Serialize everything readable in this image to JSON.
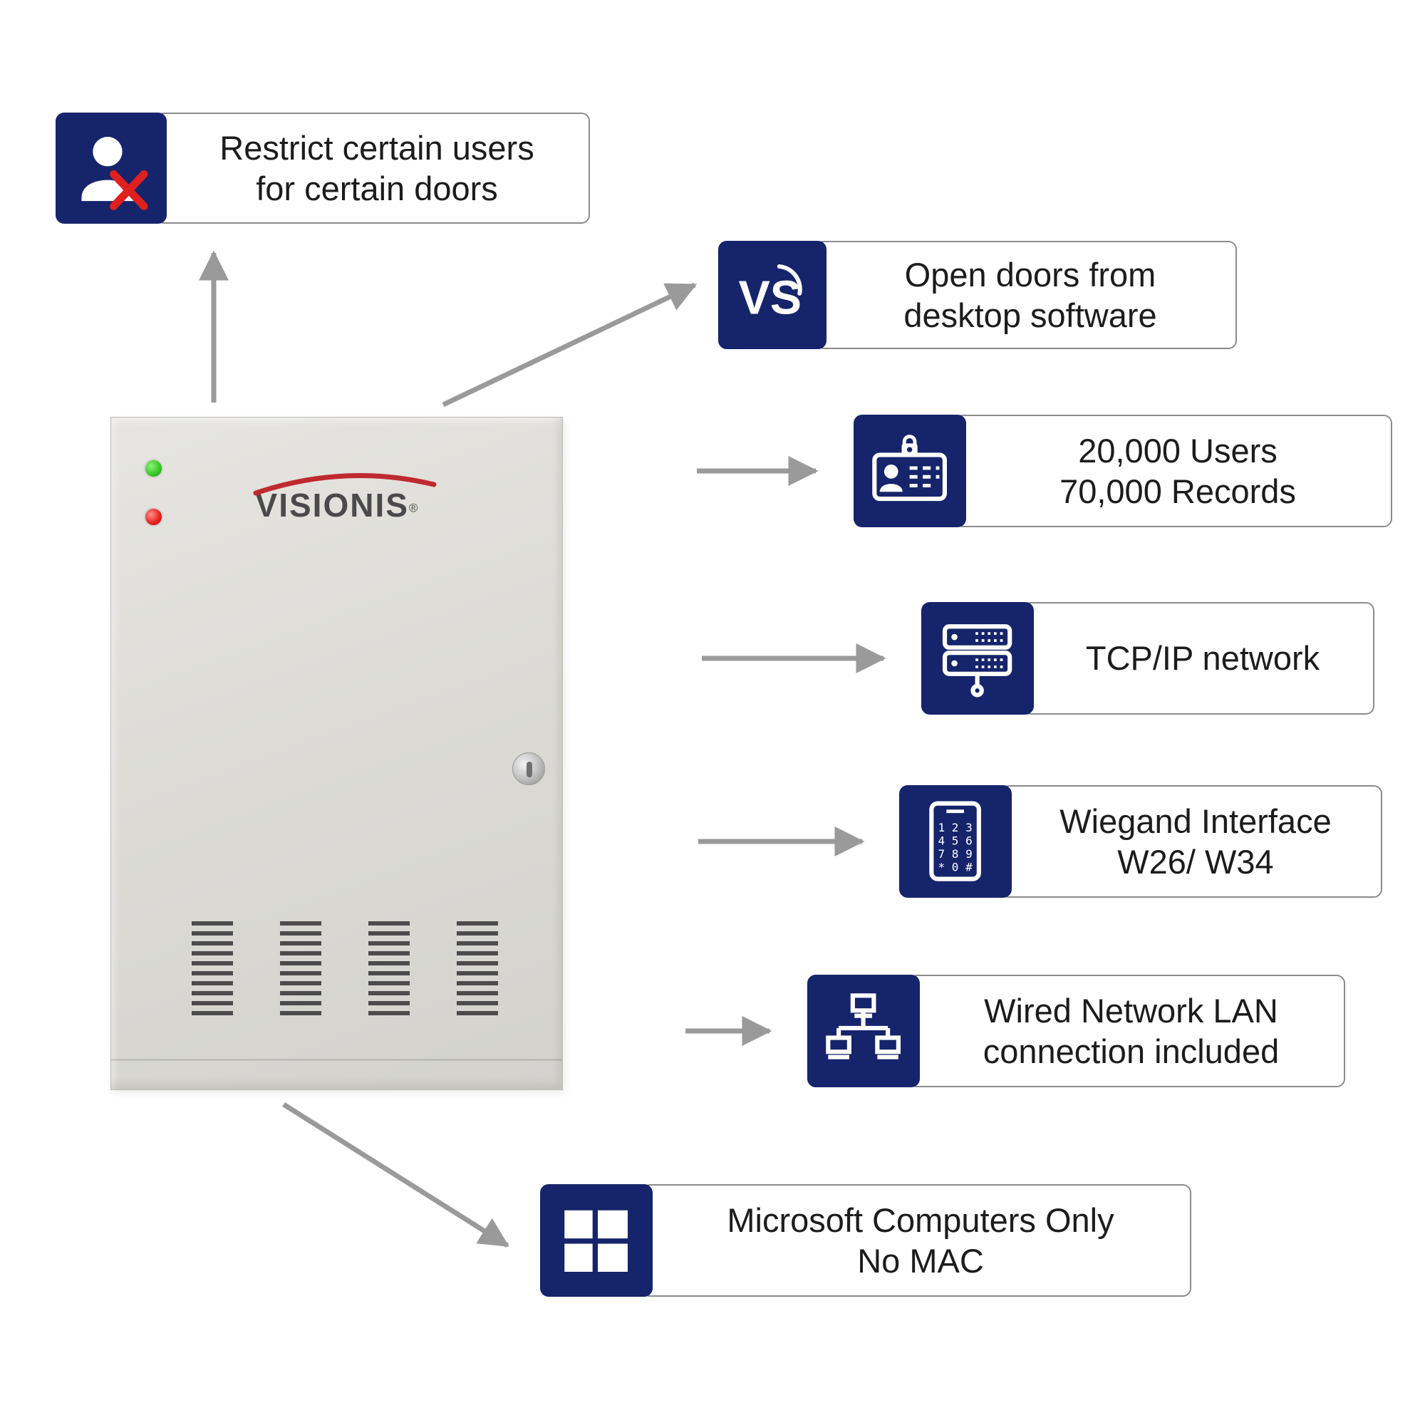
{
  "device": {
    "name": "access control panel cabinet",
    "brand": "VISIONIS",
    "registered_mark": "®",
    "led_green_color": "#34c71f",
    "led_red_color": "#e81d1d",
    "logo_swoosh_color": "#bf2a2e"
  },
  "callouts": [
    {
      "icon": "restricted-user-icon",
      "label": "Restrict certain users\nfor certain doors"
    },
    {
      "icon": "vs-software-logo-icon",
      "icon_text": "VS",
      "label": "Open doors from\ndesktop software"
    },
    {
      "icon": "id-card-icon",
      "label": "20,000 Users\n70,000 Records"
    },
    {
      "icon": "network-server-icon",
      "label": "TCP/IP network"
    },
    {
      "icon": "keypad-icon",
      "keypad_rows": [
        "1 2 3",
        "4 5 6",
        "7 8 9",
        "* 0 #"
      ],
      "label": "Wiegand Interface\nW26/ W34"
    },
    {
      "icon": "lan-topology-icon",
      "label": "Wired Network LAN\nconnection included"
    },
    {
      "icon": "windows-logo-icon",
      "label": "Microsoft Computers Only\nNo MAC"
    }
  ],
  "colors": {
    "navy": "#16246b",
    "arrow_gray": "#9a9a9a",
    "box_border": "#8b8b8b",
    "restricted_x_red": "#e01f1f"
  }
}
